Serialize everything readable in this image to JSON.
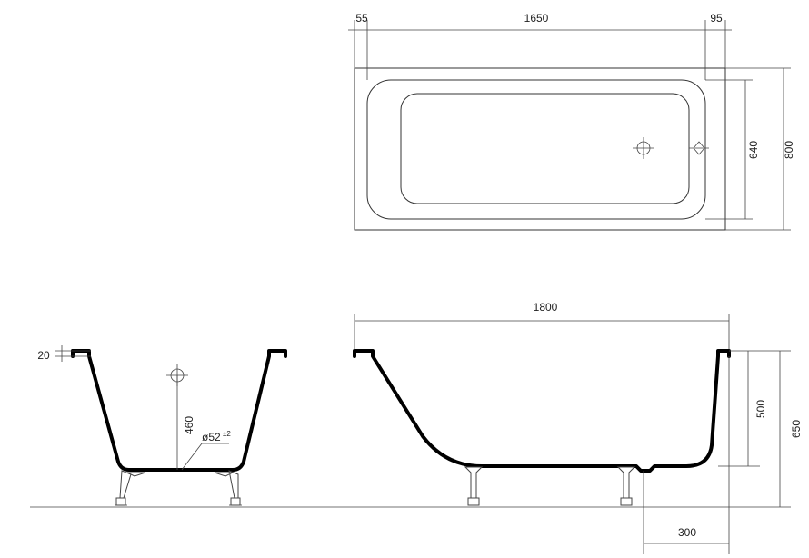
{
  "drawing": {
    "top_view": {
      "dim_left_rim": "55",
      "dim_inner_length": "1650",
      "dim_right_rim": "95",
      "dim_inner_width": "640",
      "dim_outer_width": "800"
    },
    "end_view": {
      "dim_rim_thickness": "20",
      "dim_overflow_height": "460",
      "dim_drain_diameter": "ø52",
      "dim_drain_tolerance": "±2"
    },
    "side_view": {
      "dim_overall_length": "1800",
      "dim_inner_depth": "500",
      "dim_total_height": "650",
      "dim_drain_offset": "300"
    }
  }
}
